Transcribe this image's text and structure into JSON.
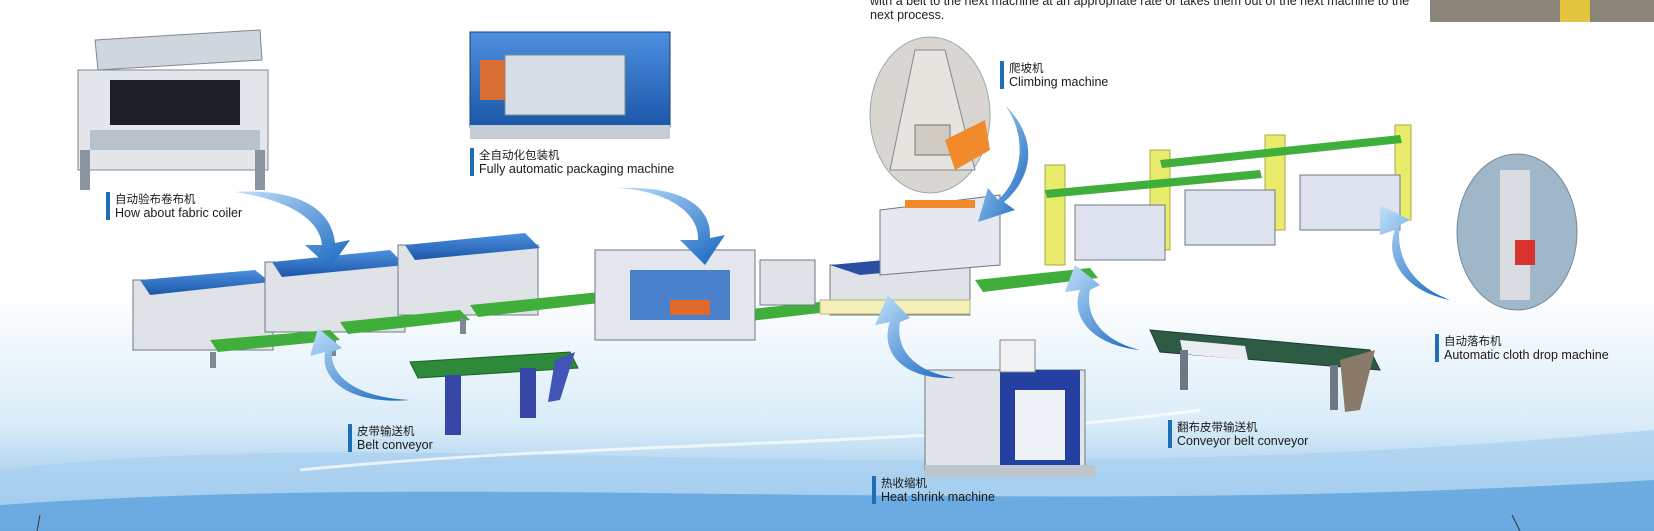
{
  "intro": {
    "line1": "with a belt to the next machine at an appropriate rate or takes them out of the next machine to the",
    "line2": "next process."
  },
  "labels": {
    "fabric_coiler": {
      "cn": "自动验布卷布机",
      "en": "How about fabric coiler"
    },
    "packaging": {
      "cn": "全自动化包装机",
      "en": "Fully automatic packaging machine"
    },
    "climbing": {
      "cn": "爬坡机",
      "en": "Climbing machine"
    },
    "cloth_drop": {
      "cn": "自动落布机",
      "en": "Automatic cloth drop machine"
    },
    "belt_conveyor": {
      "cn": "皮带输送机",
      "en": "Belt conveyor"
    },
    "flip_conveyor": {
      "cn": "翻布皮带输送机",
      "en": "Conveyor belt conveyor"
    },
    "heat_shrink": {
      "cn": "热收缩机",
      "en": "Heat shrink machine"
    }
  },
  "colors": {
    "accent": "#1f6fb8",
    "machine_blue": "#2f6fc7",
    "belt_green": "#3fae3a",
    "frame_yellow": "#e9ec6b",
    "sky": "#cfe6f6"
  }
}
